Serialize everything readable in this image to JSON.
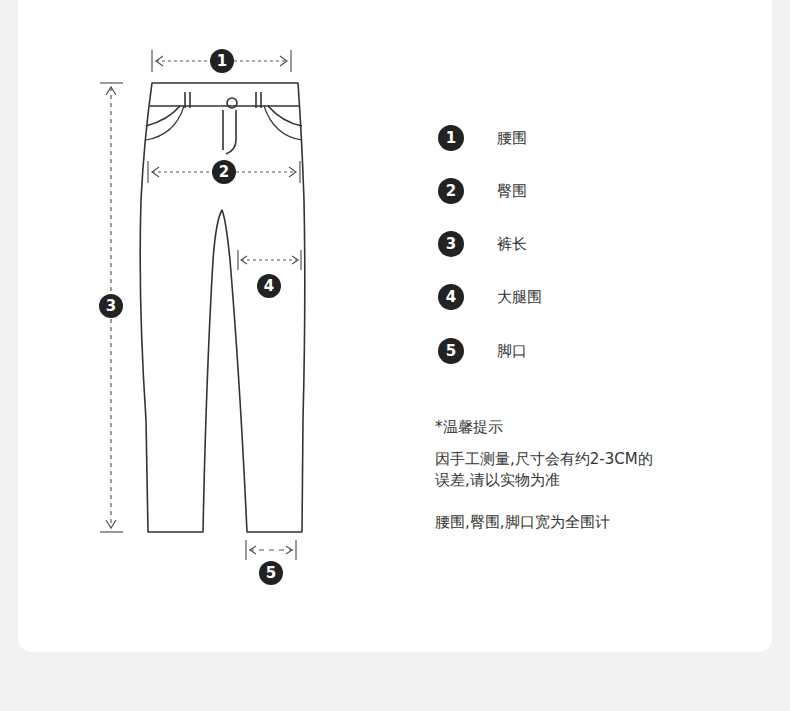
{
  "diagram": {
    "nodes": [
      {
        "text": [
          "1"
        ]
      },
      {
        "text": [
          "2"
        ]
      },
      {
        "text": [
          "3"
        ]
      },
      {
        "text": [
          "4"
        ]
      },
      {
        "text": [
          "5"
        ]
      },
      {
        "text": [
          "1"
        ]
      },
      {
        "text": [
          "2"
        ]
      },
      {
        "text": [
          "3"
        ]
      },
      {
        "text": [
          "4"
        ]
      },
      {
        "text": [
          "5"
        ]
      }
    ],
    "labels": [
      "腰围",
      "臀围",
      "裤长",
      "大腿围",
      "脚口",
      "*温馨提示",
      "因手工测量,尺寸会有约2-3CM的 误差,请以实物为准",
      "腰围,臀围,脚口宽为全围计"
    ]
  }
}
